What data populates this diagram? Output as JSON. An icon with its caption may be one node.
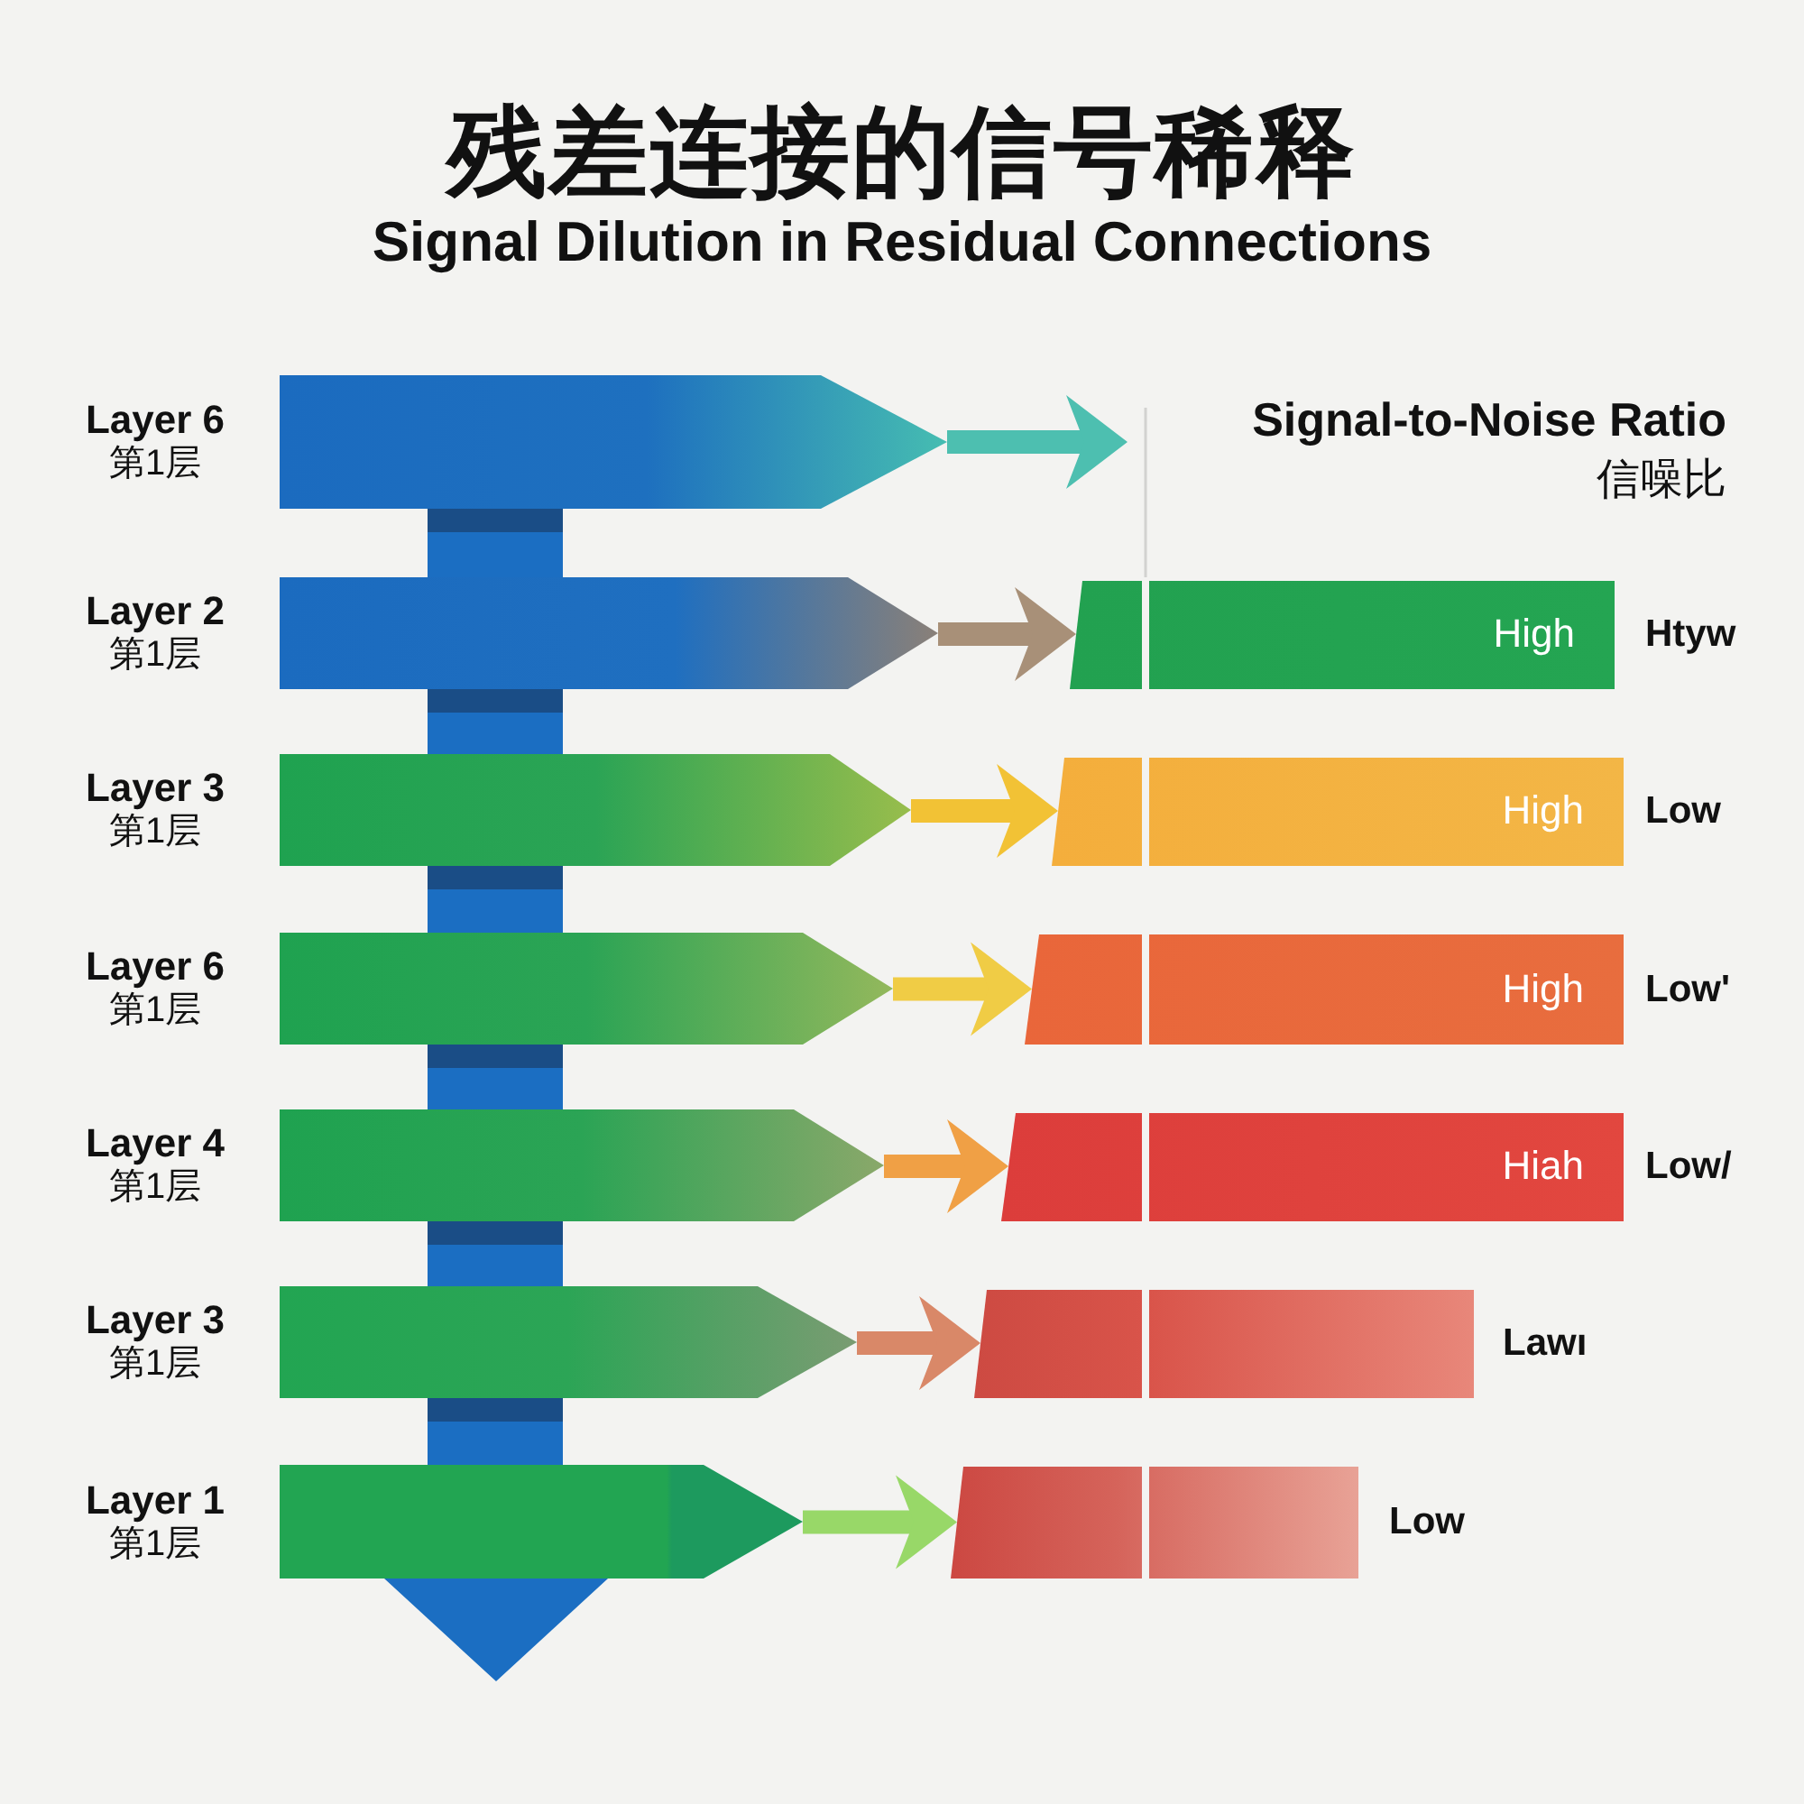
{
  "diagram": {
    "title": "残差连接的信号稀释",
    "nodes": [
      {
        "text": [
          "Layer 6",
          "第1层"
        ]
      },
      {
        "text": [
          "Layer 2",
          "第1层"
        ]
      },
      {
        "text": [
          "Layer 3",
          "第1层"
        ]
      },
      {
        "text": [
          "Layer 6",
          "第1层"
        ]
      },
      {
        "text": [
          "Layer 4",
          "第1层"
        ]
      },
      {
        "text": [
          "Layer 3",
          "第1层"
        ]
      },
      {
        "text": [
          "Layer 1",
          "第1层"
        ]
      },
      {
        "text": [
          "High"
        ],
        "beside": [
          "Htyw"
        ]
      },
      {
        "text": [
          "High"
        ],
        "beside": [
          "Low"
        ]
      },
      {
        "text": [
          "High"
        ],
        "beside": [
          "Low'"
        ]
      },
      {
        "text": [
          "Hiah"
        ],
        "beside": [
          "Low/"
        ]
      },
      {
        "text": [],
        "shape": "bar",
        "beside": [
          "Lawı"
        ]
      },
      {
        "text": [],
        "shape": "bar",
        "beside": [
          "Low"
        ]
      }
    ],
    "edges": [
      {
        "from": 0,
        "to": null,
        "arrow": "to",
        "color": "#4dbfb0"
      },
      {
        "from": 1,
        "to": 7,
        "arrow": "to",
        "color": "#a89078"
      },
      {
        "from": 2,
        "to": 8,
        "arrow": "to",
        "color": "#f2c235"
      },
      {
        "from": 3,
        "to": 9,
        "arrow": "to",
        "color": "#f0cc45"
      },
      {
        "from": 4,
        "to": 10,
        "arrow": "to",
        "color": "#f0a045"
      },
      {
        "from": 5,
        "to": 11,
        "arrow": "to",
        "color": "#d98868"
      },
      {
        "from": 6,
        "to": 12,
        "arrow": "to",
        "color": "#98d868"
      }
    ],
    "labels": [
      "Signal Dilution in Residual Connections",
      "Signal-to-Noise Ratio",
      "信噪比"
    ]
  }
}
